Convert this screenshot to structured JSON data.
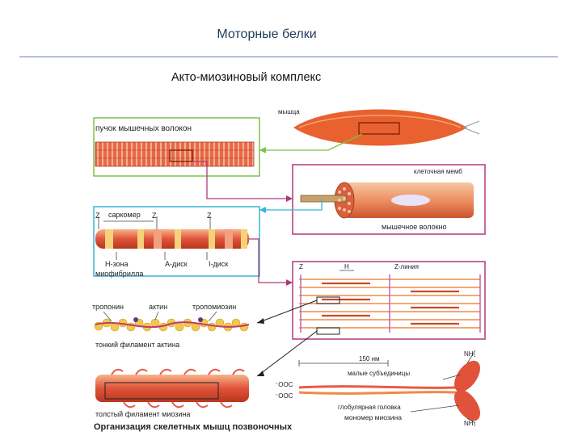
{
  "slide": {
    "title": "Моторные белки",
    "subtitle": "Акто-миозиновый комплекс"
  },
  "diagram": {
    "labels": {
      "top_cut": "мышца",
      "bundle": "пучок мышечных волокон",
      "cell_membrane": "клеточная мемб",
      "muscle_fiber": "мышечное волокно",
      "sarcomere": "саркомер",
      "z1": "Z",
      "z2": "Z",
      "z3": "Z",
      "h_zone": "Н-зона",
      "a_disk": "А-диск",
      "i_disk": "I-диск",
      "myofibril": "миофибрилла",
      "z_grid": "Z",
      "h_grid": "Н",
      "z_line": "Z-линия",
      "troponin": "тропонин",
      "actin": "актин",
      "tropomyosin": "тропомиозин",
      "thin_filament": "тонкий филамент актина",
      "nm150": "150 нм",
      "nh2_top": "NH₂",
      "small_subunits": "малые субъединицы",
      "coo1": "⁻OOC",
      "coo2": "⁻OOC",
      "globular_head": "глобулярная головка",
      "myosin_monomer": "мономер миозина",
      "nh2_bottom": "NH₂",
      "thick_filament": "толстый филамент миозина",
      "caption": "Организация скелетных мышц позвоночных"
    }
  },
  "colors": {
    "green_frame": "#7dc24b",
    "magenta_frame": "#b0387a",
    "cyan_frame": "#39b4d8",
    "muscle_red": "#e0533a",
    "muscle_orange": "#f0a06a",
    "actin_yellow": "#f2c94c",
    "tropomyosin": "#c23b6e"
  }
}
